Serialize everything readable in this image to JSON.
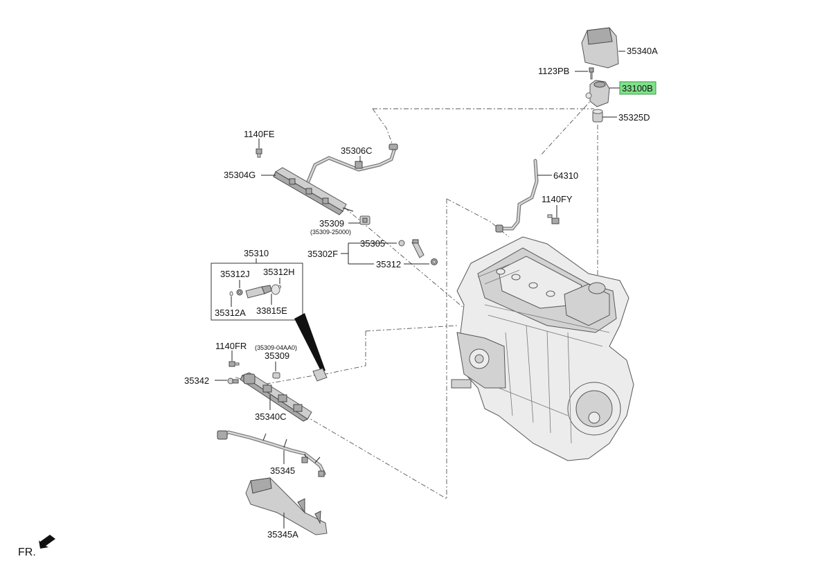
{
  "labels": {
    "p35340A": "35340A",
    "p1123PB": "1123PB",
    "p33100B": "33100B",
    "p35325D": "35325D",
    "p1140FE": "1140FE",
    "p35306C": "35306C",
    "p35304G": "35304G",
    "p64310": "64310",
    "p1140FY": "1140FY",
    "p35309a": "35309",
    "p35309a_sub": "(35309-25000)",
    "p35305": "35305",
    "p35302F": "35302F",
    "p35312": "35312",
    "p35310": "35310",
    "p35312J": "35312J",
    "p35312H": "35312H",
    "p35312A": "35312A",
    "p33815E": "33815E",
    "p1140FR": "1140FR",
    "p35309b_sub": "(35309-04AA0)",
    "p35309b": "35309",
    "p35342": "35342",
    "p35340C": "35340C",
    "p35345": "35345",
    "p35345A": "35345A",
    "front": "FR."
  },
  "highlight_color": "#7fe08a",
  "icons": {
    "front_direction": "arrow-left-down-icon"
  }
}
